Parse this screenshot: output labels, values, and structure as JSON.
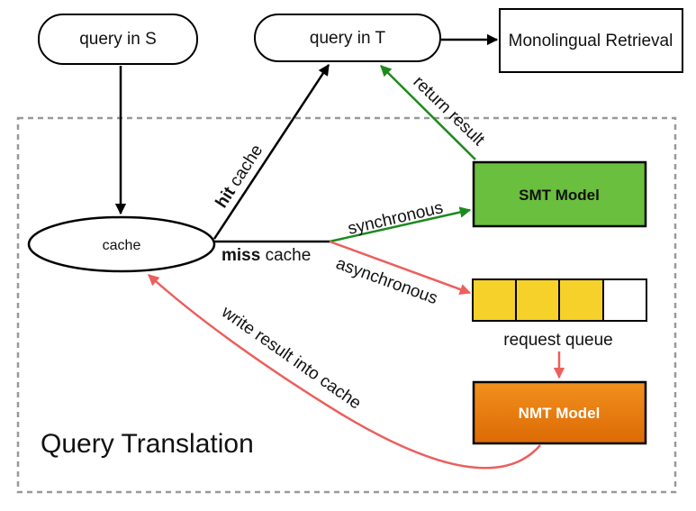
{
  "nodes": {
    "query_s": "query in S",
    "query_t": "query in T",
    "retrieval": "Monolingual Retrieval",
    "cache": "cache",
    "smt": "SMT Model",
    "nmt": "NMT Model",
    "queue_label": "request queue",
    "region_label": "Query Translation"
  },
  "edges": {
    "hit_bold": "hit",
    "hit_rest": " cache",
    "miss_bold": "miss",
    "miss_rest": " cache",
    "synchronous": "synchronous",
    "asynchronous": "asynchronous",
    "return_result": "return result",
    "write_result": "write result into cache"
  },
  "queue": {
    "slots": [
      "filled",
      "filled",
      "filled",
      "empty"
    ]
  },
  "colors": {
    "green": "#1e8a1e",
    "red": "#ec5f5c",
    "smt_fill": "#6abf3e",
    "nmt_top": "#f2901d",
    "nmt_bottom": "#dc6a05",
    "queue_fill": "#f6d12a",
    "dash": "#999999"
  }
}
